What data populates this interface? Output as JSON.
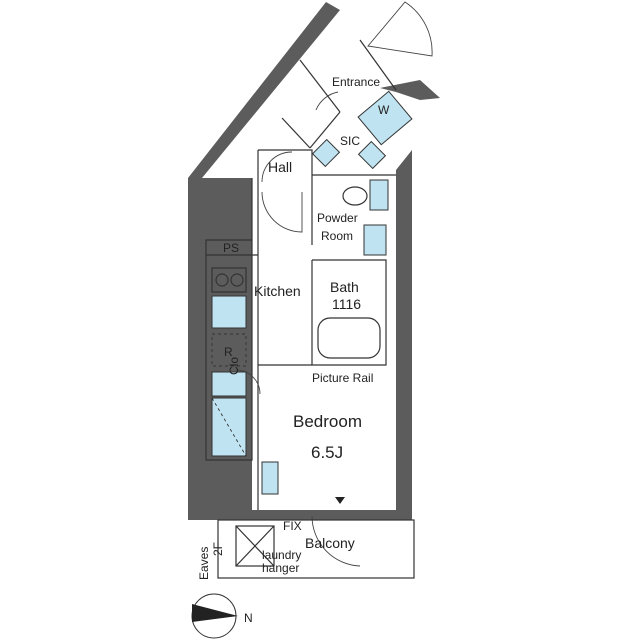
{
  "rooms": {
    "entrance": "Entrance",
    "w": "W",
    "sic": "SIC",
    "hall": "Hall",
    "powder_room_line1": "Powder",
    "powder_room_line2": "Room",
    "ps": "PS",
    "kitchen": "Kitchen",
    "bath_line1": "Bath",
    "bath_line2": "1116",
    "refrigerator": "R",
    "closet": "Clo",
    "picture_rail": "Picture Rail",
    "bedroom": "Bedroom",
    "bedroom_size": "6.5J",
    "fix": "FIX",
    "balcony": "Balcony",
    "laundry_line1": "laundry",
    "laundry_line2": "hanger",
    "eaves_line1": "Eaves",
    "eaves_line2": "2F"
  },
  "compass": {
    "north_label": "N"
  },
  "colors": {
    "wall": "#5c5c5c",
    "fixture_fill": "#bfe3f0",
    "line": "#333333",
    "background": "#ffffff"
  }
}
